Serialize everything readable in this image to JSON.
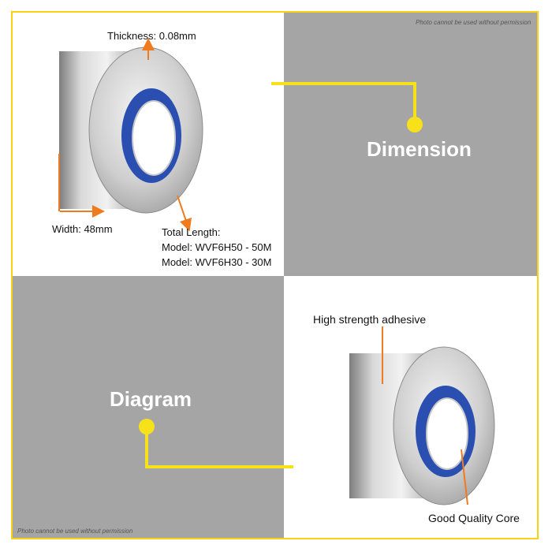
{
  "watermark_top": "Photo cannot be used without permission",
  "watermark_bottom": "Photo cannot be used without permission",
  "sections": {
    "dimension_title": "Dimension",
    "diagram_title": "Diagram"
  },
  "dimension_labels": {
    "thickness": "Thickness: 0.08mm",
    "width": "Width: 48mm",
    "total_length": "Total Length:",
    "model_1": "Model: WVF6H50 - 50M",
    "model_2": "Model: WVF6H30 - 30M"
  },
  "diagram_labels": {
    "adhesive": "High strength adhesive",
    "core": "Good Quality Core"
  },
  "colors": {
    "frame": "#f7d117",
    "gray_panel": "#a5a5a5",
    "connector": "#f7e11b",
    "arrow": "#f07a1e",
    "core_blue": "#2a4fb0"
  }
}
